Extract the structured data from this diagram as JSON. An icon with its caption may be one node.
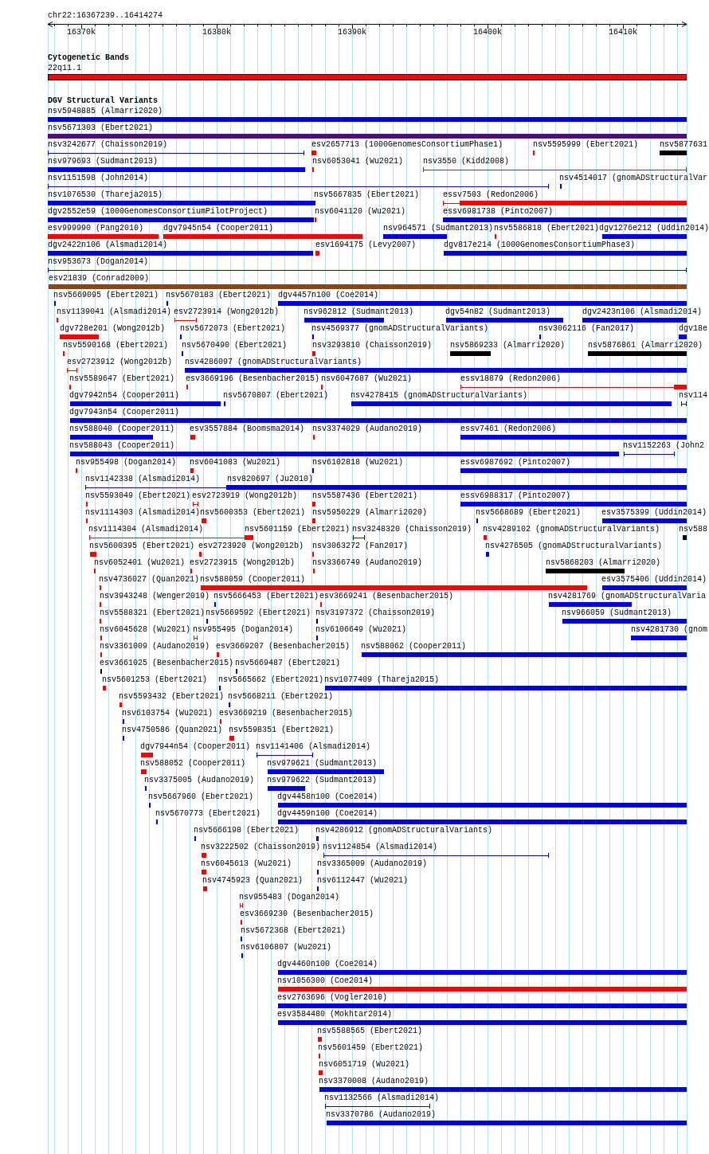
{
  "diagram": {
    "nodes": [
      {
        "text": [
          "22q11.1"
        ]
      },
      {
        "text": [
          "nsv5948885 (Almarri2020)"
        ]
      },
      {
        "text": [
          "nsv5671303 (Ebert2021)"
        ]
      },
      {
        "text": [
          "nsv3242677 (Chaisson2019)"
        ]
      },
      {
        "text": [
          "esv2657713 (1000GenomesConsortiumPhase1)"
        ]
      },
      {
        "text": [
          "nsv5595999 (Ebert2021)"
        ]
      },
      {
        "text": [
          "nsv5877631"
        ]
      },
      {
        "text": [
          "nsv979693 (Sudmant2013)"
        ]
      },
      {
        "text": [
          "nsv6053041 (Wu2021)"
        ]
      },
      {
        "text": [
          "nsv3550 (Kidd2008)"
        ]
      },
      {
        "text": [
          "nsv1151598 (John2014)"
        ]
      },
      {
        "text": [
          "nsv4514017 (gnomADStructuralVar"
        ]
      },
      {
        "text": [
          "nsv1076530 (Thareja2015)"
        ]
      },
      {
        "text": [
          "nsv5667835 (Ebert2021)"
        ]
      },
      {
        "text": [
          "essv7503 (Redon2006)"
        ]
      },
      {
        "text": [
          "dgv2552e59 (1000GenomesConsortiumPilotProject)"
        ]
      },
      {
        "text": [
          "nsv6041120 (Wu2021)"
        ]
      },
      {
        "text": [
          "essv6981738 (Pinto2007)"
        ]
      },
      {
        "text": [
          "esv999990 (Pang2010)"
        ]
      },
      {
        "text": [
          "dgv7945n54 (Cooper2011)"
        ]
      },
      {
        "text": [
          "nsv964571 (Sudmant2013)"
        ]
      },
      {
        "text": [
          "nsv5586818 (Ebert2021)"
        ]
      },
      {
        "text": [
          "dgv1276e212 (Uddin2014)"
        ]
      },
      {
        "text": [
          "dgv2422n106 (Alsmadi2014)"
        ]
      },
      {
        "text": [
          "esv1694175 (Levy2007)"
        ]
      },
      {
        "text": [
          "dgv817e214 (1000GenomesConsortiumPhase3)"
        ]
      },
      {
        "text": [
          "nsv953673 (Dogan2014)"
        ]
      },
      {
        "text": [
          "esv21839 (Conrad2009)"
        ]
      },
      {
        "text": [
          "nsv5669095 (Ebert2021)"
        ]
      },
      {
        "text": [
          "nsv5670183 (Ebert2021)"
        ]
      },
      {
        "text": [
          "dgv4457n100 (Coe2014)"
        ]
      },
      {
        "text": [
          "nsv1139041 (Alsmadi2014)"
        ]
      },
      {
        "text": [
          "esv2723914 (Wong2012b)"
        ]
      },
      {
        "text": [
          "nsv962812 (Sudmant2013)"
        ]
      },
      {
        "text": [
          "dgv54n82 (Sudmant2013)"
        ]
      },
      {
        "text": [
          "dgv2423n106 (Alsmadi2014)"
        ]
      },
      {
        "text": [
          "dgv728e201 (Wong2012b)"
        ]
      },
      {
        "text": [
          "nsv5672073 (Ebert2021)"
        ]
      },
      {
        "text": [
          "nsv4569377 (gnomADStructuralVariants)"
        ]
      },
      {
        "text": [
          "nsv3062116 (Fan2017)"
        ]
      },
      {
        "text": [
          "dgv18e"
        ]
      },
      {
        "text": [
          "nsv5590168 (Ebert2021)"
        ]
      },
      {
        "text": [
          "nsv5670490 (Ebert2021)"
        ]
      },
      {
        "text": [
          "nsv3293810 (Chaisson2019)"
        ]
      },
      {
        "text": [
          "nsv5869233 (Almarri2020)"
        ]
      },
      {
        "text": [
          "nsv5876861 (Almarri2020)"
        ]
      },
      {
        "text": [
          "esv2723912 (Wong2012b)"
        ]
      },
      {
        "text": [
          "nsv4286097 (gnomADStructuralVariants)"
        ]
      },
      {
        "text": [
          "nsv5589647 (Ebert2021)"
        ]
      },
      {
        "text": [
          "esv3669196 (Besenbacher2015)"
        ]
      },
      {
        "text": [
          "nsv6047687 (Wu2021)"
        ]
      },
      {
        "text": [
          "essv18879 (Redon2006)"
        ]
      },
      {
        "text": [
          "dgv7942n54 (Cooper2011)"
        ]
      },
      {
        "text": [
          "nsv5670807 (Ebert2021)"
        ]
      },
      {
        "text": [
          "nsv4278415 (gnomADStructuralVariants)"
        ]
      },
      {
        "text": [
          "nsv114"
        ]
      },
      {
        "text": [
          "dgv7943n54 (Cooper2011)"
        ]
      },
      {
        "text": [
          "nsv588040 (Cooper2011)"
        ]
      },
      {
        "text": [
          "esv3557884 (Boomsma2014)"
        ]
      },
      {
        "text": [
          "nsv3374029 (Audano2019)"
        ]
      },
      {
        "text": [
          "essv7461 (Redon2006)"
        ]
      },
      {
        "text": [
          "nsv588043 (Cooper2011)"
        ]
      },
      {
        "text": [
          "nsv1152263 (John2"
        ]
      },
      {
        "text": [
          "nsv955498 (Dogan2014)"
        ]
      },
      {
        "text": [
          "nsv6041083 (Wu2021)"
        ]
      },
      {
        "text": [
          "nsv6102818 (Wu2021)"
        ]
      },
      {
        "text": [
          "essv6987692 (Pinto2007)"
        ]
      },
      {
        "text": [
          "nsv1142338 (Alsmadi2014)"
        ]
      },
      {
        "text": [
          "nsv820697 (Ju2010)"
        ]
      },
      {
        "text": [
          "nsv5593049 (Ebert2021)"
        ]
      },
      {
        "text": [
          "esv2723919 (Wong2012b)"
        ]
      },
      {
        "text": [
          "nsv5587436 (Ebert2021)"
        ]
      },
      {
        "text": [
          "essv6988317 (Pinto2007)"
        ]
      },
      {
        "text": [
          "nsv1114303 (Alsmadi2014)"
        ]
      },
      {
        "text": [
          "nsv5600353 (Ebert2021)"
        ]
      },
      {
        "text": [
          "nsv5950229 (Almarri2020)"
        ]
      },
      {
        "text": [
          "nsv5668689 (Ebert2021)"
        ]
      },
      {
        "text": [
          "esv3575399 (Uddin2014)"
        ]
      },
      {
        "text": [
          "nsv1114304 (Alsmadi2014)"
        ]
      },
      {
        "text": [
          "nsv5601159 (Ebert2021)"
        ]
      },
      {
        "text": [
          "nsv3248320 (Chaisson2019)"
        ]
      },
      {
        "text": [
          "nsv4289102 (gnomADStructuralVariants)"
        ]
      },
      {
        "text": [
          "nsv588"
        ]
      },
      {
        "text": [
          "nsv5600395 (Ebert2021)"
        ]
      },
      {
        "text": [
          "esv2723920 (Wong2012b)"
        ]
      },
      {
        "text": [
          "nsv3063272 (Fan2017)"
        ]
      },
      {
        "text": [
          "nsv4276505 (gnomADStructuralVariants)"
        ]
      },
      {
        "text": [
          "nsv6052401 (Wu2021)"
        ]
      },
      {
        "text": [
          "esv2723915 (Wong2012b)"
        ]
      },
      {
        "text": [
          "nsv3366749 (Audano2019)"
        ]
      },
      {
        "text": [
          "nsv5868203 (Almarri2020)"
        ]
      },
      {
        "text": [
          "nsv4736027 (Quan2021)"
        ]
      },
      {
        "text": [
          "nsv588059 (Cooper2011)"
        ]
      },
      {
        "text": [
          "esv3575406 (Uddin2014)"
        ]
      },
      {
        "text": [
          "nsv3943248 (Wenger2019)"
        ]
      },
      {
        "text": [
          "nsv5666453 (Ebert2021)"
        ]
      },
      {
        "text": [
          "esv3669241 (Besenbacher2015)"
        ]
      },
      {
        "text": [
          "nsv4281769 (gnomADStructuralVaria"
        ]
      },
      {
        "text": [
          "nsv5588321 (Ebert2021)"
        ]
      },
      {
        "text": [
          "nsv5669592 (Ebert2021)"
        ]
      },
      {
        "text": [
          "nsv3197372 (Chaisson2019)"
        ]
      },
      {
        "text": [
          "nsv966059 (Sudmant2013)"
        ]
      },
      {
        "text": [
          "nsv6045628 (Wu2021)"
        ]
      },
      {
        "text": [
          "nsv955495 (Dogan2014)"
        ]
      },
      {
        "text": [
          "nsv6106649 (Wu2021)"
        ]
      },
      {
        "text": [
          "nsv4281730 (gnom"
        ]
      },
      {
        "text": [
          "nsv3361009 (Audano2019)"
        ]
      },
      {
        "text": [
          "esv3669207 (Besenbacher2015)"
        ]
      },
      {
        "text": [
          "nsv588062 (Cooper2011)"
        ]
      },
      {
        "text": [
          "esv3661025 (Besenbacher2015)"
        ]
      },
      {
        "text": [
          "nsv5669487 (Ebert2021)"
        ]
      },
      {
        "text": [
          "nsv5601253 (Ebert2021)"
        ]
      },
      {
        "text": [
          "nsv5665662 (Ebert2021)"
        ]
      },
      {
        "text": [
          "nsv1077409 (Thareja2015)"
        ]
      },
      {
        "text": [
          "nsv5593432 (Ebert2021)"
        ]
      },
      {
        "text": [
          "nsv5668211 (Ebert2021)"
        ]
      },
      {
        "text": [
          "nsv6103754 (Wu2021)"
        ]
      },
      {
        "text": [
          "esv3669219 (Besenbacher2015)"
        ]
      },
      {
        "text": [
          "nsv4750586 (Quan2021)"
        ]
      },
      {
        "text": [
          "nsv5598351 (Ebert2021)"
        ]
      },
      {
        "text": [
          "dgv7944n54 (Cooper2011)"
        ]
      },
      {
        "text": [
          "nsv1141406 (Alsmadi2014)"
        ]
      },
      {
        "text": [
          "nsv588052 (Cooper2011)"
        ]
      },
      {
        "text": [
          "nsv979621 (Sudmant2013)"
        ]
      },
      {
        "text": [
          "nsv3375005 (Audano2019)"
        ]
      },
      {
        "text": [
          "nsv979622 (Sudmant2013)"
        ]
      },
      {
        "text": [
          "nsv5667960 (Ebert2021)"
        ]
      },
      {
        "text": [
          "dgv4458n100 (Coe2014)"
        ]
      },
      {
        "text": [
          "nsv5670773 (Ebert2021)"
        ]
      },
      {
        "text": [
          "dgv4459n100 (Coe2014)"
        ]
      },
      {
        "text": [
          "nsv5666198 (Ebert2021)"
        ]
      },
      {
        "text": [
          "nsv4286912 (gnomADStructuralVariants)"
        ]
      },
      {
        "text": [
          "nsv3222502 (Chaisson2019)"
        ]
      },
      {
        "text": [
          "nsv1124854 (Alsmadi2014)"
        ]
      },
      {
        "text": [
          "nsv6045613 (Wu2021)"
        ]
      },
      {
        "text": [
          "nsv3365009 (Audano2019)"
        ]
      },
      {
        "text": [
          "nsv4745923 (Quan2021)"
        ]
      },
      {
        "text": [
          "nsv6112447 (Wu2021)"
        ]
      },
      {
        "text": [
          "nsv955483 (Dogan2014)"
        ]
      },
      {
        "text": [
          "esv3669230 (Besenbacher2015)"
        ]
      },
      {
        "text": [
          "nsv5672368 (Ebert2021)"
        ]
      },
      {
        "text": [
          "nsv6106807 (Wu2021)"
        ]
      },
      {
        "text": [
          "dgv4460n100 (Coe2014)"
        ]
      },
      {
        "text": [
          "nsv1056300 (Coe2014)"
        ]
      },
      {
        "text": [
          "esv2763696 (Vogler2010)"
        ]
      },
      {
        "text": [
          "esv3584480 (Mokhtar2014)"
        ]
      },
      {
        "text": [
          "nsv5588565 (Ebert2021)"
        ]
      },
      {
        "text": [
          "nsv5601459 (Ebert2021)"
        ]
      },
      {
        "text": [
          "nsv6051719 (Wu2021)"
        ]
      },
      {
        "text": [
          "nsv3370008 (Audano2019)"
        ]
      },
      {
        "text": [
          "nsv1132566 (Alsmadi2014)"
        ]
      },
      {
        "text": [
          "nsv3370786 (Audano2019)"
        ]
      }
    ],
    "labels": [
      "chr22:16367239..16414274",
      "16370k",
      "16380k",
      "16390k",
      "16400k",
      "16410k",
      "Cytogenetic Bands",
      "DGV Structural Variants"
    ]
  }
}
